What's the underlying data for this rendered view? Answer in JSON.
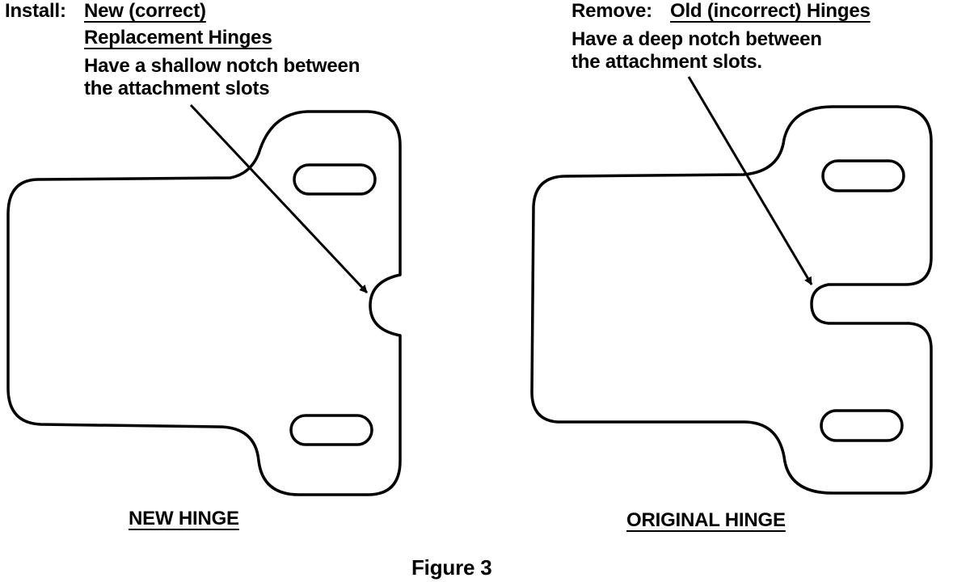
{
  "left_callout": {
    "prefix": "Install:",
    "line1": "New (correct)",
    "line2": "Replacement Hinges",
    "desc1": "Have a shallow notch between",
    "desc2": "the attachment slots"
  },
  "right_callout": {
    "prefix": "Remove:",
    "line1": "Old (incorrect) Hinges",
    "desc1": "Have a deep notch between",
    "desc2": "the attachment slots."
  },
  "labels": {
    "new_hinge": "NEW HINGE",
    "original_hinge": "ORIGINAL HINGE",
    "figure": "Figure 3"
  }
}
